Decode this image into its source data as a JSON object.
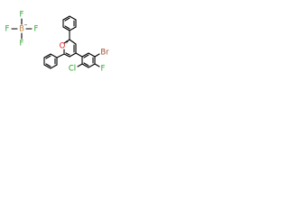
{
  "atoms": {
    "fluorine": "F",
    "boron": "B",
    "oxygen": "O",
    "bromine": "Br",
    "chlorine": "Cl",
    "negative_charge": "−",
    "positive_charge": "+"
  },
  "colors": {
    "bond": "#000000",
    "fluorine": "#33a833",
    "boron": "#c08040",
    "oxygen": "#e02020",
    "bromine": "#a05030",
    "chlorine": "#1fa01f"
  }
}
